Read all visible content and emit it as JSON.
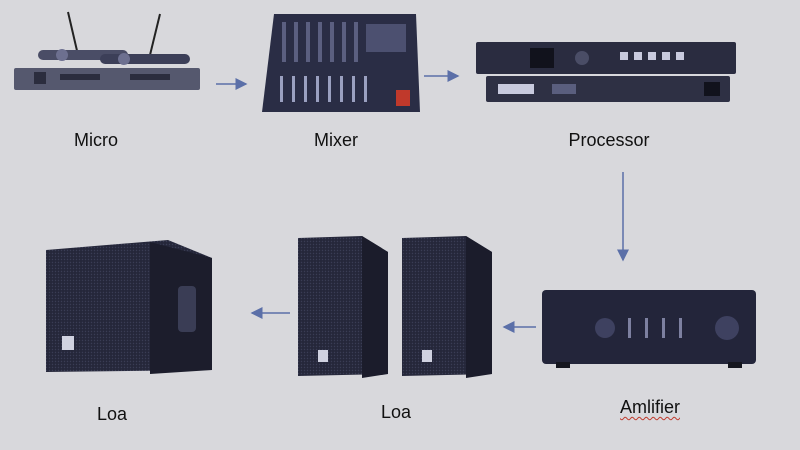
{
  "diagram": {
    "nodes": [
      {
        "id": "micro",
        "label": "Micro",
        "icon": "wireless-microphone-receiver-icon"
      },
      {
        "id": "mixer",
        "label": "Mixer",
        "icon": "audio-mixer-icon"
      },
      {
        "id": "processor",
        "label": "Processor",
        "icon": "video-processor-icon"
      },
      {
        "id": "amplifier",
        "label": "Amlifier",
        "icon": "amplifier-icon"
      },
      {
        "id": "speakers",
        "label": "Loa",
        "icon": "speaker-pair-icon"
      },
      {
        "id": "subwoofer",
        "label": "Loa",
        "icon": "subwoofer-icon"
      }
    ],
    "edges": [
      {
        "from": "micro",
        "to": "mixer"
      },
      {
        "from": "mixer",
        "to": "processor"
      },
      {
        "from": "processor",
        "to": "amplifier"
      },
      {
        "from": "amplifier",
        "to": "speakers"
      },
      {
        "from": "speakers",
        "to": "subwoofer"
      }
    ],
    "colors": {
      "arrow": "#5b6fa8",
      "device": "#24263a",
      "background": "#d8d8dc"
    }
  }
}
